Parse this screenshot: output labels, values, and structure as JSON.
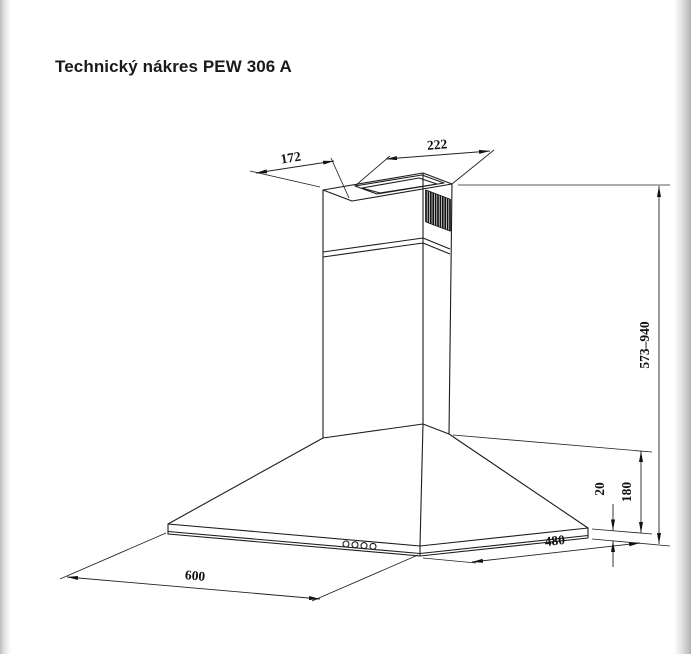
{
  "page": {
    "title": "Technický nákres PEW 306 A",
    "background_color": "#ffffff",
    "line_color": "#1c1c1c",
    "edge_shadow_color": "#b3b3b3"
  },
  "drawing": {
    "subject": "wall-mounted chimney range hood, perspective technical drawing",
    "dimensions": {
      "top_depth": "172",
      "top_width": "222",
      "total_height_range": "573–940",
      "base_plate_thickness": "20",
      "hood_body_height": "180",
      "front_width": "600",
      "side_depth": "480"
    }
  }
}
